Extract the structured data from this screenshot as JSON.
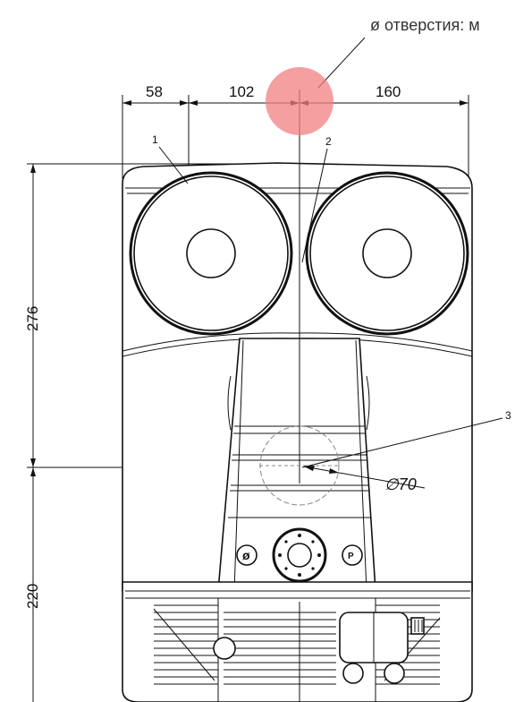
{
  "hint": {
    "text": "ø отверстия: м"
  },
  "dimensions": {
    "top": [
      "58",
      "102",
      "160"
    ],
    "left": [
      "276",
      "220"
    ],
    "hole_diameter": "∅70"
  },
  "callouts": [
    "1",
    "2",
    "3"
  ],
  "buttons": {
    "left": "ø",
    "right": "P"
  },
  "colors": {
    "pointer_dot": "#f08080",
    "line": "#111111"
  },
  "icons": [
    "power-icon",
    "p-icon",
    "navigation-dial-icon"
  ]
}
